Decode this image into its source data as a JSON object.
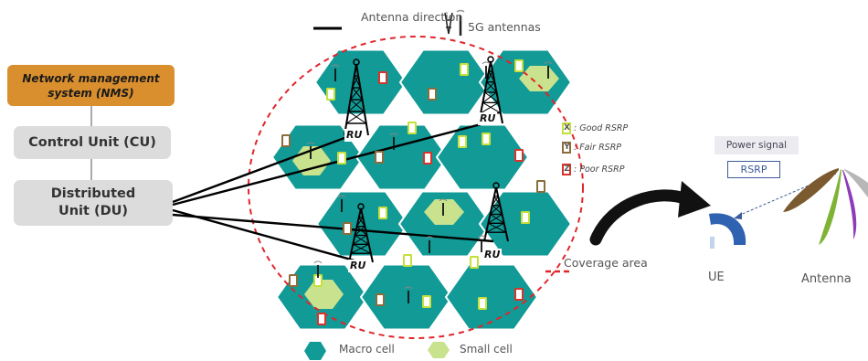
{
  "architecture": {
    "nms_label": "Network management system (NMS)",
    "cu_label": "Control Unit (CU)",
    "du_label": "Distributed Unit (DU)"
  },
  "legend": {
    "antenna_direction": "Antenna direction",
    "fiveg_antennas": "5G antennas",
    "coverage_area": "Coverage area",
    "macro_cell": "Macro cell",
    "small_cell": "Small cell"
  },
  "rsrp_legend": [
    {
      "marker": "X",
      "label": ": Good RSRP",
      "color": "#c6e03a"
    },
    {
      "marker": "Y",
      "label": ": Fair RSRP",
      "color": "#8c6d3a"
    },
    {
      "marker": "Z",
      "label": ": Poor RSRP",
      "color": "#d9342b"
    }
  ],
  "ru_labels": [
    "RU",
    "RU",
    "RU",
    "RU"
  ],
  "signal": {
    "power_signal": "Power signal",
    "rsrp": "RSRP",
    "ue": "UE",
    "antenna": "Antenna"
  },
  "colors": {
    "macro_cell": "#119a96",
    "small_cell": "#c8e28e",
    "nms": "#d98f2d",
    "unit_box": "#dcdcdc",
    "coverage": "#e0262b",
    "good": "#c6e03a",
    "fair": "#8c6d3a",
    "poor": "#d9342b"
  }
}
